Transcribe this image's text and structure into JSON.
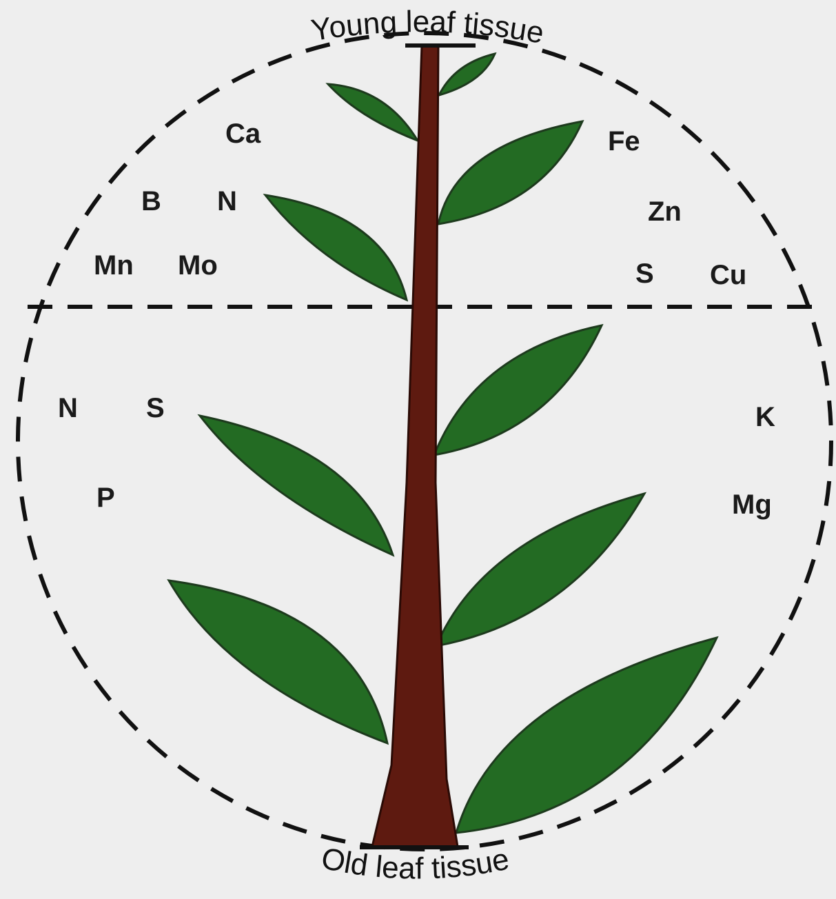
{
  "colors": {
    "background": "#eeeeee",
    "leaf": "#236b23",
    "leaf_outline": "#1d3a1d",
    "stem": "#5e1a10",
    "line": "#111111",
    "text": "#1a1a1a"
  },
  "labels": {
    "young_leaf_tissue": "Young leaf tissue",
    "old_leaf_tissue": "Old leaf tissue"
  },
  "young_tissue_elements": {
    "ca": "Ca",
    "b": "B",
    "n": "N",
    "mn": "Mn",
    "mo": "Mo",
    "fe": "Fe",
    "zn": "Zn",
    "s": "S",
    "cu": "Cu"
  },
  "old_tissue_elements": {
    "n": "N",
    "s": "S",
    "p": "P",
    "k": "K",
    "mg": "Mg"
  }
}
